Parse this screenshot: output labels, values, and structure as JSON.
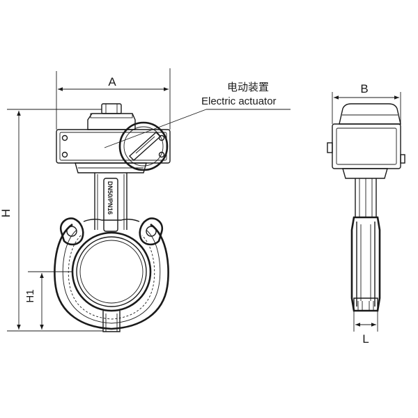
{
  "callout": {
    "label_cn": "电动装置",
    "label_en": "Electric actuator"
  },
  "dimensions": {
    "A": "A",
    "B": "B",
    "H": "H",
    "H1": "H1",
    "L": "L"
  },
  "stem_marking": "DN50/PN16"
}
